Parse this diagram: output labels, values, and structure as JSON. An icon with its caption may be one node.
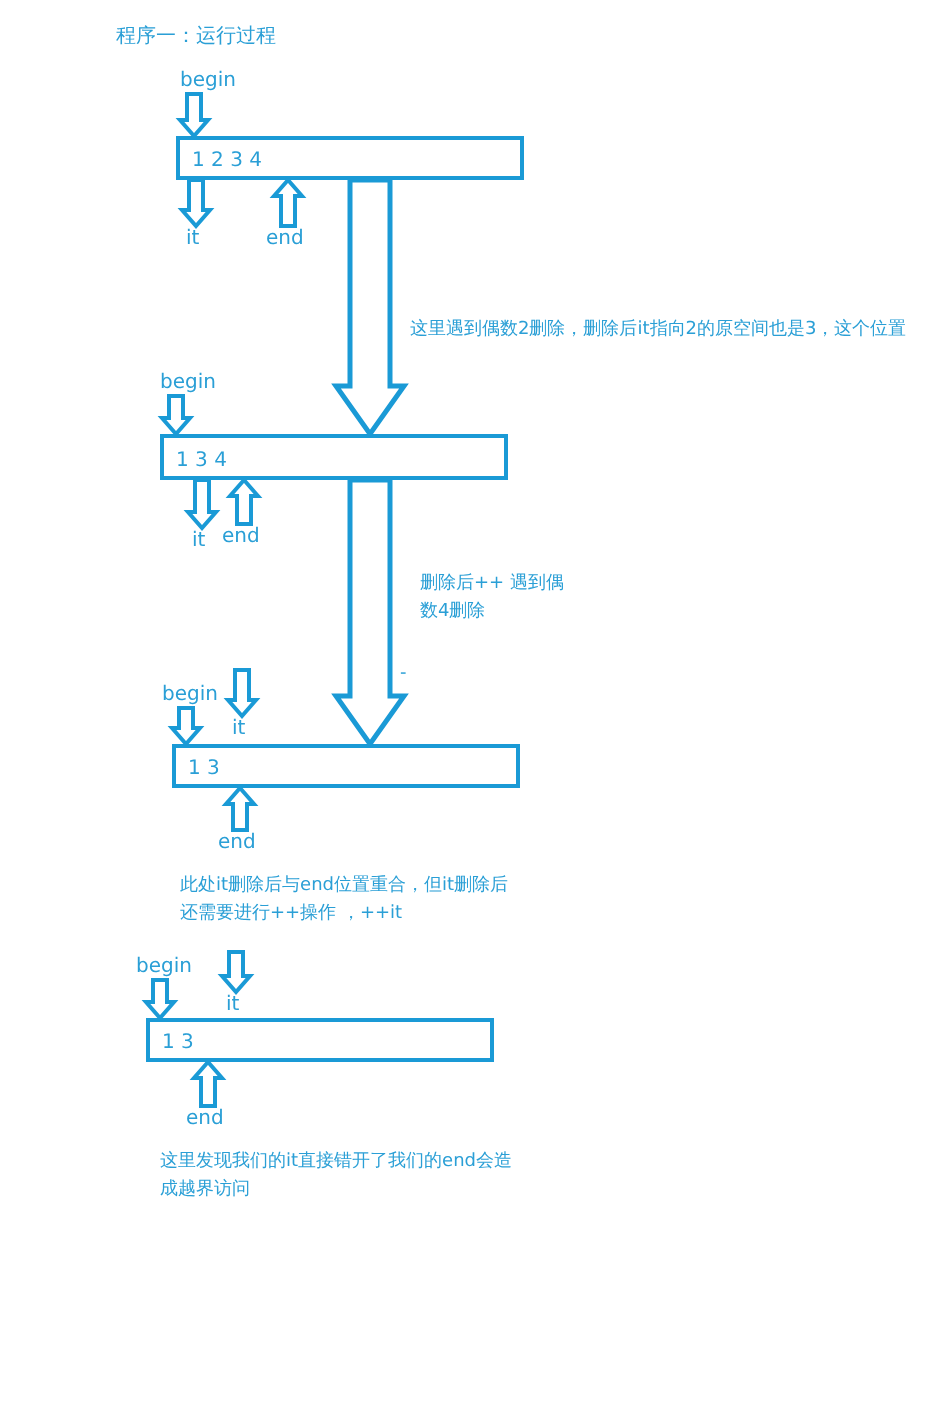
{
  "diagram": {
    "title": "程序一：运行过程",
    "nodes": [
      {
        "text": [
          "begin"
        ]
      },
      {
        "text": [
          "1 2 3 4"
        ]
      },
      {
        "text": [
          "it"
        ]
      },
      {
        "text": [
          "end"
        ]
      },
      {
        "text": [
          "begin"
        ]
      },
      {
        "text": [
          "1 3 4"
        ]
      },
      {
        "text": [
          "it"
        ]
      },
      {
        "text": [
          "end"
        ]
      },
      {
        "text": [
          "begin"
        ]
      },
      {
        "text": [
          "it"
        ]
      },
      {
        "text": [
          "1 3"
        ]
      },
      {
        "text": [
          "end"
        ]
      },
      {
        "text": [
          "begin"
        ]
      },
      {
        "text": [
          "it"
        ]
      },
      {
        "text": [
          "1 3"
        ]
      },
      {
        "text": [
          "end"
        ]
      }
    ],
    "edges": [
      {
        "from": 0,
        "to": 1,
        "arrow": "to"
      },
      {
        "from": 1,
        "to": 2,
        "arrow": "to"
      },
      {
        "from": 3,
        "to": 1,
        "arrow": "to"
      },
      {
        "from": 1,
        "to": 5,
        "arrow": "to",
        "style": "thick",
        "label": "这里遇到偶数2删除，删除后it指向2的原空间也是3，这个位置"
      },
      {
        "from": 4,
        "to": 5,
        "arrow": "to"
      },
      {
        "from": 5,
        "to": 6,
        "arrow": "to"
      },
      {
        "from": 7,
        "to": 5,
        "arrow": "to"
      },
      {
        "from": 5,
        "to": 10,
        "arrow": "to",
        "style": "thick",
        "label": "删除后++ 遇到偶数4删除"
      },
      {
        "from": 8,
        "to": 10,
        "arrow": "to"
      },
      {
        "from": null,
        "to": 9,
        "arrow": "to"
      },
      {
        "from": 11,
        "to": 10,
        "arrow": "to"
      },
      {
        "from": 12,
        "to": 14,
        "arrow": "to"
      },
      {
        "from": null,
        "to": 13,
        "arrow": "to"
      },
      {
        "from": 15,
        "to": 14,
        "arrow": "to"
      }
    ],
    "labels": [
      "-",
      "此处it删除后与end位置重合，但it删除后还需要进行++操作 ，++it",
      "这里发现我们的it直接错开了我们的end会造成越界访问"
    ]
  }
}
